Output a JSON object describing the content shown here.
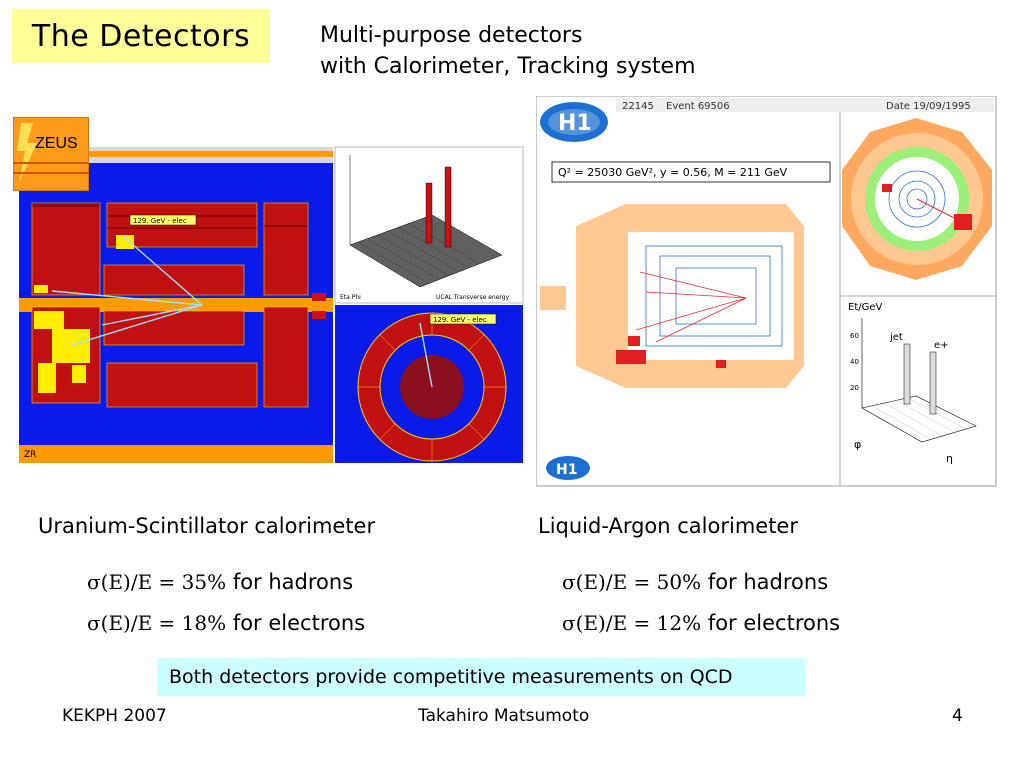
{
  "slide": {
    "title": "The Detectors",
    "subtitle_line1": "Multi-purpose detectors",
    "subtitle_line2": "with Calorimeter, Tracking system"
  },
  "zeus": {
    "logo_text": "ZEUS",
    "label": "Uranium-Scintillator calorimeter",
    "res_hadrons": "σ(E)/E = 35%",
    "res_electrons": "σ(E)/E = 18%",
    "for_hadrons": "for hadrons",
    "for_electrons": "for electrons",
    "display": {
      "track_label_side": "129. GeV - elec",
      "track_label_front": "129. GeV - elec",
      "view_label": "ZR",
      "lego_left": "Eta Phi",
      "lego_right": "UCAL Transverse energy"
    }
  },
  "h1": {
    "label": "Liquid-Argon calorimeter",
    "res_hadrons": "σ(E)/E = 50%",
    "res_electrons": "σ(E)/E = 12%",
    "for_hadrons": "for hadrons",
    "for_electrons": "for electrons",
    "display": {
      "run": "22145",
      "event": "Event 69506",
      "date": "Date 19/09/1995",
      "kinematics": "Q² = 25030 GeV²,   y = 0.56,   M = 211 GeV",
      "lego_axis": "Et/GeV",
      "lego_jet": "jet",
      "lego_positron": "e+",
      "phi_label": "φ",
      "eta_label": "η",
      "tick_60": "60",
      "tick_40": "40",
      "tick_20": "20"
    }
  },
  "note": "Both detectors provide competitive measurements on QCD",
  "footer": {
    "left": "KEKPH 2007",
    "center": "Takahiro Matsumoto",
    "page": "4"
  }
}
